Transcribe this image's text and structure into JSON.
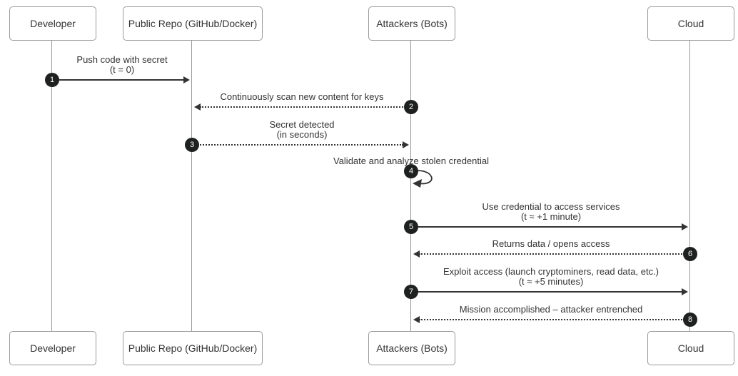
{
  "diagram": {
    "type": "sequence",
    "actors": [
      {
        "label": "Developer"
      },
      {
        "label": "Public Repo (GitHub/Docker)"
      },
      {
        "label": "Attackers (Bots)"
      },
      {
        "label": "Cloud"
      }
    ],
    "messages": [
      {
        "number": 1,
        "from": "Developer",
        "to": "Public Repo (GitHub/Docker)",
        "line_style": "solid",
        "lines": [
          "Push code with secret",
          "(t = 0)"
        ]
      },
      {
        "number": 2,
        "from": "Attackers (Bots)",
        "to": "Public Repo (GitHub/Docker)",
        "line_style": "dotted",
        "lines": [
          "Continuously scan new content for keys"
        ]
      },
      {
        "number": 3,
        "from": "Public Repo (GitHub/Docker)",
        "to": "Attackers (Bots)",
        "line_style": "dotted",
        "lines": [
          "Secret detected",
          "(in seconds)"
        ]
      },
      {
        "number": 4,
        "from": "Attackers (Bots)",
        "to": "Attackers (Bots)",
        "line_style": "solid",
        "self_loop": true,
        "lines": [
          "Validate and analyze stolen credential"
        ]
      },
      {
        "number": 5,
        "from": "Attackers (Bots)",
        "to": "Cloud",
        "line_style": "solid",
        "lines": [
          "Use credential to access services",
          "(t ≈ +1 minute)"
        ]
      },
      {
        "number": 6,
        "from": "Cloud",
        "to": "Attackers (Bots)",
        "line_style": "dotted",
        "lines": [
          "Returns data / opens access"
        ]
      },
      {
        "number": 7,
        "from": "Attackers (Bots)",
        "to": "Cloud",
        "line_style": "solid",
        "lines": [
          "Exploit access (launch cryptominers, read data, etc.)",
          "(t ≈ +5 minutes)"
        ]
      },
      {
        "number": 8,
        "from": "Cloud",
        "to": "Attackers (Bots)",
        "line_style": "dotted",
        "lines": [
          "Mission accomplished – attacker entrenched"
        ]
      }
    ],
    "colors": {
      "background": "#ffffff",
      "actor_fill": "#ffffff",
      "actor_border": "#9a9a9a",
      "text": "#333333",
      "lifeline": "#999999",
      "arrow": "#333333",
      "number_badge_bg": "#1f2020",
      "number_badge_text": "#ffffff"
    }
  }
}
